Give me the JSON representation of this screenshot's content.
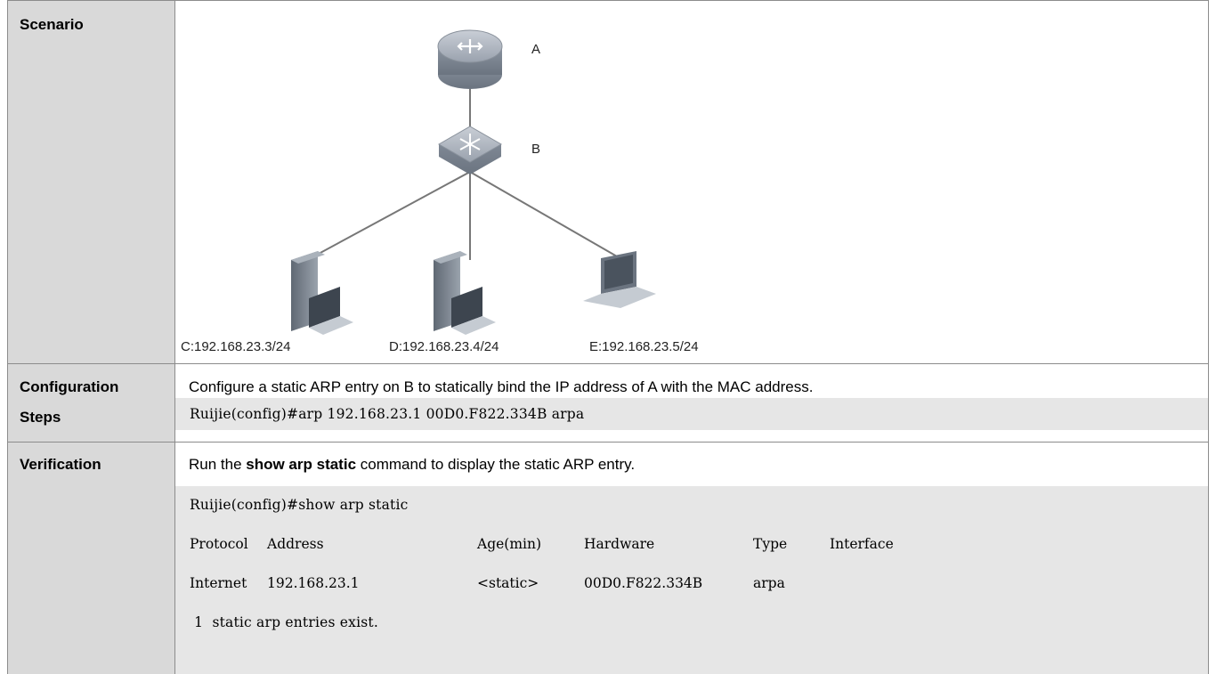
{
  "rows": {
    "scenario": {
      "label": "Scenario"
    },
    "configuration": {
      "label_line1": "Configuration",
      "label_line2": "Steps",
      "description": "Configure a static ARP entry on B to statically bind the IP address of A with the MAC address.",
      "command": "Ruijie(config)#arp 192.168.23.1 00D0.F822.334B arpa"
    },
    "verification": {
      "label": "Verification",
      "desc_before": "Run the ",
      "desc_bold": "show arp static",
      "desc_after": " command to display the static ARP entry.",
      "prompt": "Ruijie(config)#show arp static",
      "table": {
        "headers": [
          "Protocol",
          "Address",
          "Age(min)",
          "Hardware",
          "Type",
          "Interface"
        ],
        "row": [
          "Internet",
          "192.168.23.1",
          "<static>",
          "00D0.F822.334B",
          "arpa",
          ""
        ]
      },
      "summary": " 1  static arp entries exist."
    }
  },
  "diagram": {
    "router_label": "A",
    "switch_label": "B",
    "hosts": [
      {
        "label": "C:192.168.23.3/24",
        "icon": "desktop-pc-icon"
      },
      {
        "label": "D:192.168.23.4/24",
        "icon": "desktop-pc-icon"
      },
      {
        "label": "E:192.168.23.5/24",
        "icon": "laptop-icon"
      }
    ]
  }
}
